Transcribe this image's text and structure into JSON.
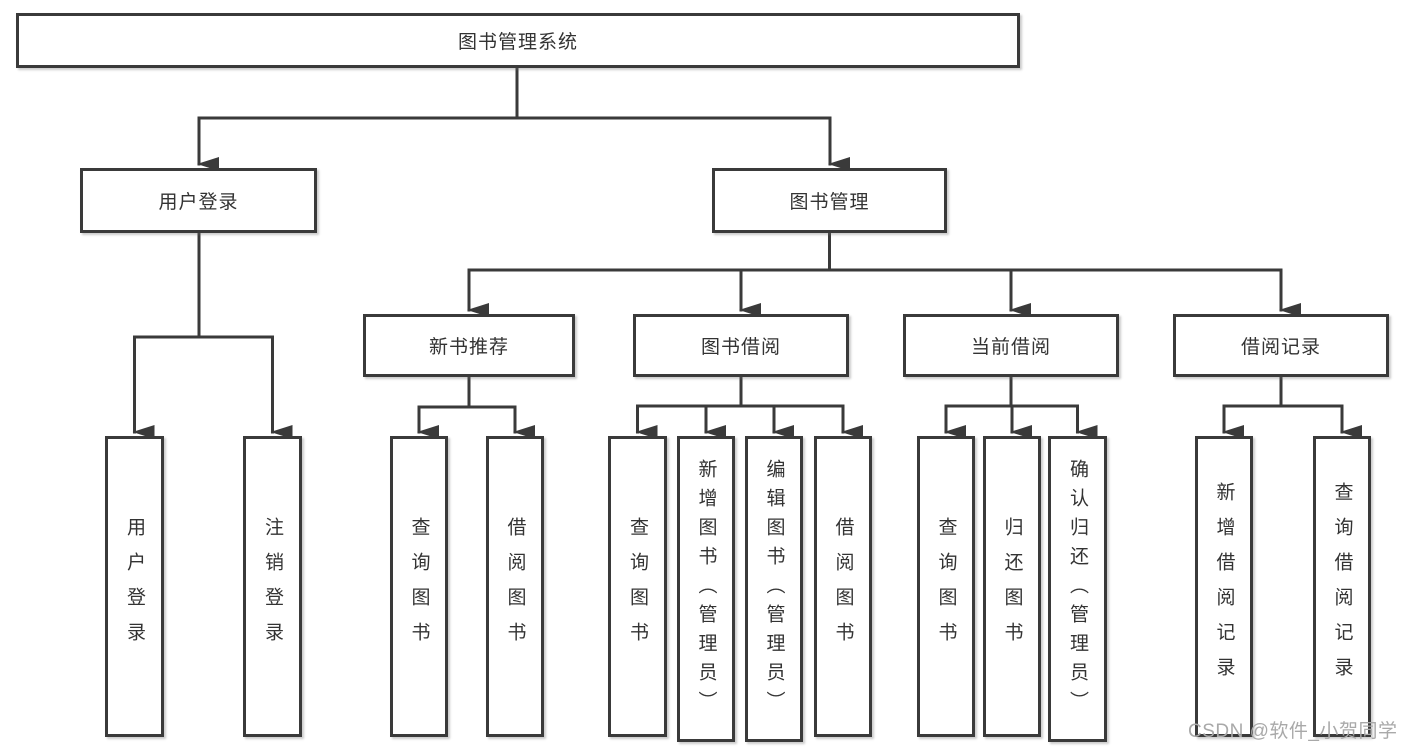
{
  "diagram": {
    "root": {
      "label": "图书管理系统"
    },
    "level2": {
      "user_login": {
        "label": "用户登录"
      },
      "book_mgmt": {
        "label": "图书管理"
      }
    },
    "level3": {
      "new_book": {
        "label": "新书推荐"
      },
      "borrow": {
        "label": "图书借阅"
      },
      "current": {
        "label": "当前借阅"
      },
      "records": {
        "label": "借阅记录"
      }
    },
    "leaves": {
      "user": [
        "用户登录",
        "注销登录"
      ],
      "new_book": [
        "查询图书",
        "借阅图书"
      ],
      "borrow": [
        "查询图书",
        "新增图书（管理员）",
        "编辑图书（管理员）",
        "借阅图书"
      ],
      "current": [
        "查询图书",
        "归还图书",
        "确认归还（管理员）"
      ],
      "records": [
        "新增借阅记录",
        "查询借阅记录"
      ]
    },
    "watermark": {
      "text": "CSDN @软件_小贺同学"
    }
  },
  "colors": {
    "line": "#3a3a3a",
    "text": "#333333",
    "watermark": "#a9a9a9",
    "background": "#ffffff"
  }
}
